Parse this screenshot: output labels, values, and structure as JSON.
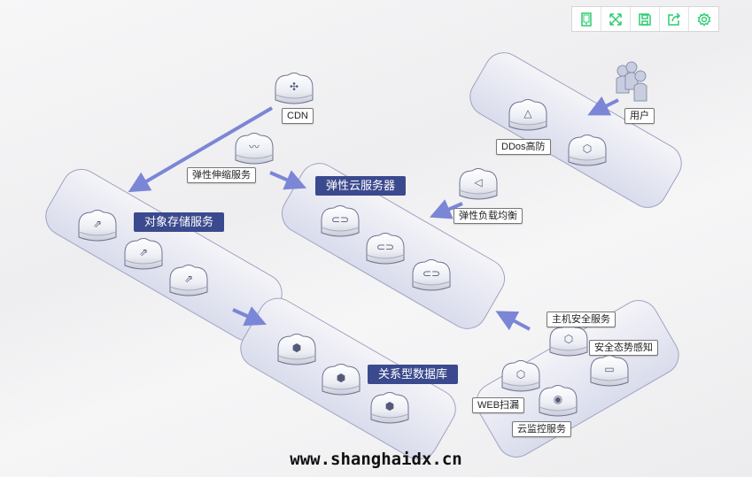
{
  "toolbar": {
    "items": [
      {
        "icon": "tablet-icon"
      },
      {
        "icon": "fullscreen-icon"
      },
      {
        "icon": "save-icon"
      },
      {
        "icon": "share-icon"
      },
      {
        "icon": "settings-icon"
      }
    ],
    "color": "#2ecc71"
  },
  "groups": {
    "object_storage": "对象存储服务",
    "ecs": "弹性云服务器",
    "rds": "关系型数据库"
  },
  "nodes": {
    "cdn": "CDN",
    "autoscaling": "弹性伸缩服务",
    "ddos": "DDos高防",
    "user": "用户",
    "elb": "弹性负载均衡",
    "hss": "主机安全服务",
    "situation": "安全态势感知",
    "web_scan": "WEB扫漏",
    "cloud_monitor": "云监控服务"
  },
  "colors": {
    "arrow": "#7b86d6",
    "group_label": "#3b4a8e"
  },
  "watermark": "www.shanghaidx.cn"
}
